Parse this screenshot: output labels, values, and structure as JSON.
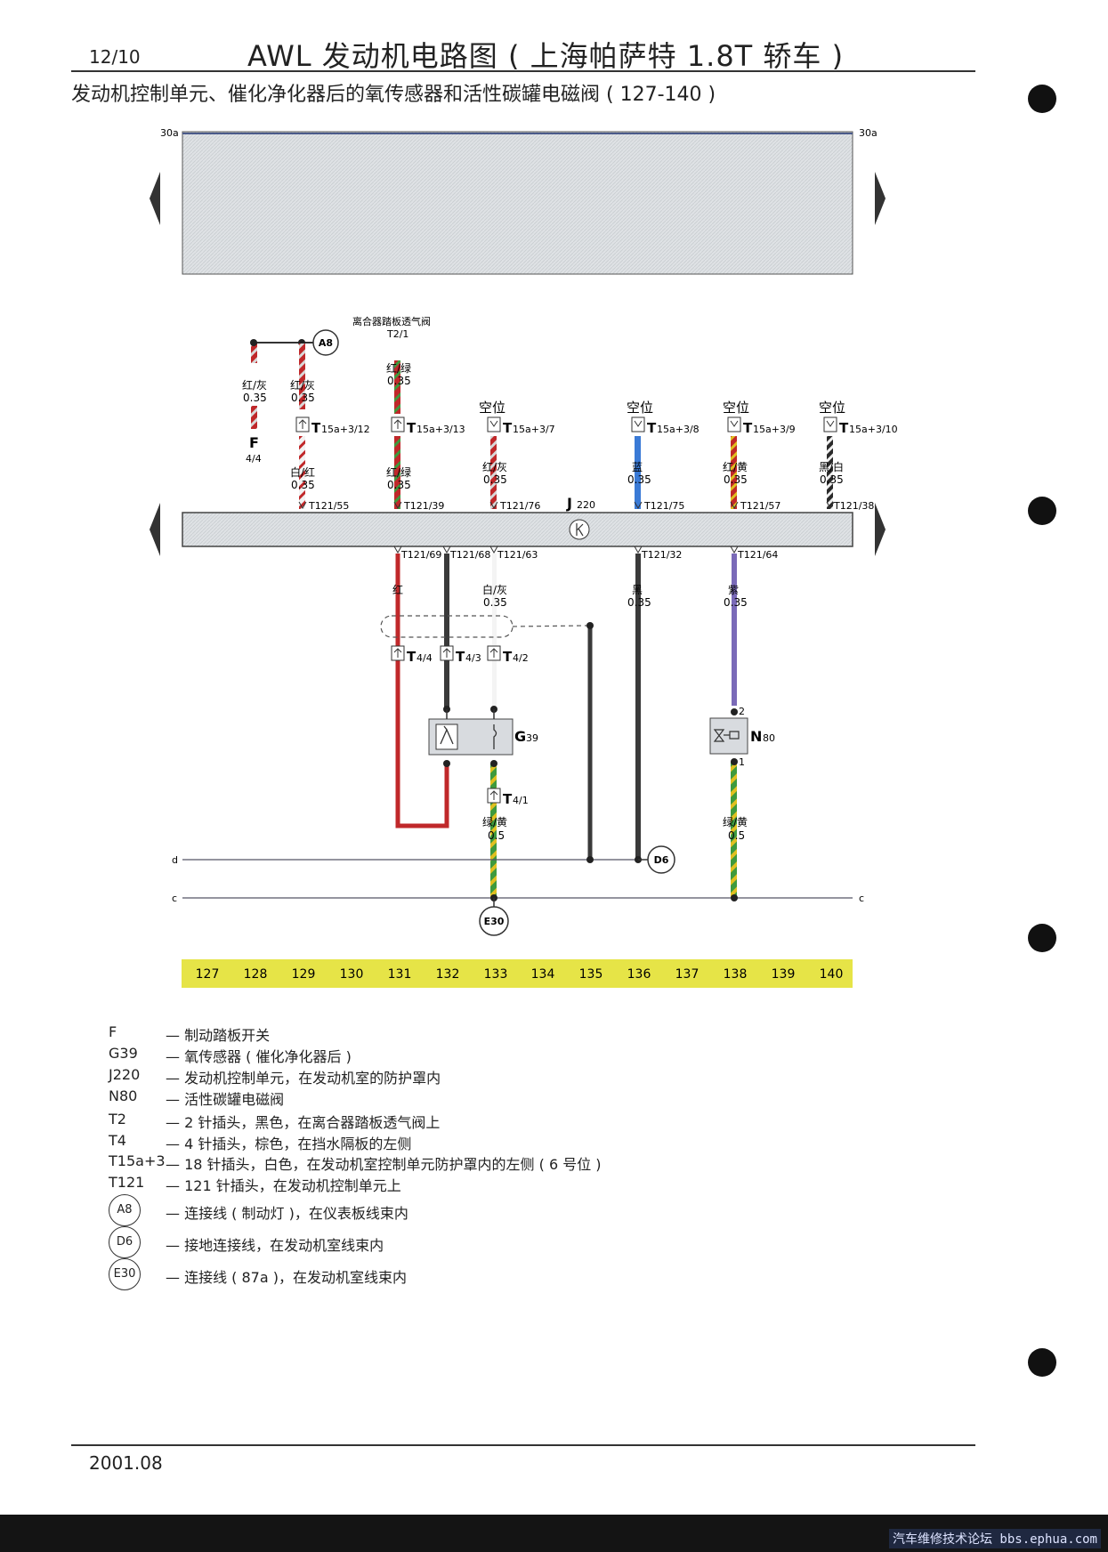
{
  "header": {
    "page_number": "12/10",
    "title": "AWL 发动机电路图 ( 上海帕萨特 1.8T 轿车 )",
    "subtitle": "发动机控制单元、催化净化器后的氧传感器和活性碳罐电磁阀 ( 127-140 )"
  },
  "diagram": {
    "rail_30a": "30a",
    "rail_d": "d",
    "rail_c": "c",
    "ecu_name": "J",
    "ecu_sub": "220",
    "clutch_valve_label": "离合器踏板透气阀",
    "t2_pin": "T2/1",
    "empty_position": "空位",
    "switch_f": "F",
    "switch_f_pin": "4/4",
    "a8": "A8",
    "d6": "D6",
    "e30": "E30",
    "g39": "G",
    "g39_sub": "39",
    "n80": "N",
    "n80_sub": "80",
    "n80_pin2": "2",
    "n80_pin1": "1",
    "t15_prefix": "T",
    "t15_sub": [
      "15a+3/12",
      "15a+3/13",
      "15a+3/7",
      "15a+3/8",
      "15a+3/9",
      "15a+3/10"
    ],
    "t4_sub": [
      "4/4",
      "4/3",
      "4/2",
      "4/1"
    ],
    "t121_top": [
      "T121/55",
      "T121/39",
      "T121/76",
      "T121/75",
      "T121/57",
      "T121/38"
    ],
    "t121_bottom": [
      "T121/69",
      "T121/68",
      "T121/63",
      "T121/32",
      "T121/64"
    ],
    "wires": {
      "f_top": {
        "color": "红/灰",
        "size": "0.35"
      },
      "a8_down": {
        "color": "红/灰",
        "size": "0.35"
      },
      "c129_low": {
        "color": "白/红",
        "size": "0.35"
      },
      "c131_top": {
        "color": "红/绿",
        "size": "0.35"
      },
      "c131_low": {
        "color": "红/绿",
        "size": "0.35"
      },
      "c133_top": {
        "color": "红/灰",
        "size": "0.35"
      },
      "c136_top": {
        "color": "蓝",
        "size": "0.35"
      },
      "c138_top": {
        "color": "红/黄",
        "size": "0.35"
      },
      "c140_top": {
        "color": "黑/白",
        "size": "0.35"
      },
      "c131_bottom": {
        "color": "红"
      },
      "c133_bottom": {
        "color": "白/灰",
        "size": "0.35"
      },
      "c136_bottom": {
        "color": "黑",
        "size": "0.35"
      },
      "c138_bottom": {
        "color": "紫",
        "size": "0.35"
      },
      "g39_ground": {
        "color": "绿/黄",
        "size": "0.5"
      },
      "n80_ground": {
        "color": "绿/黄",
        "size": "0.5"
      }
    },
    "columns": [
      "127",
      "128",
      "129",
      "130",
      "131",
      "132",
      "133",
      "134",
      "135",
      "136",
      "137",
      "138",
      "139",
      "140"
    ]
  },
  "legend": [
    {
      "key": "F",
      "desc": "— 制动踏板开关"
    },
    {
      "key": "G39",
      "desc": "— 氧传感器 ( 催化净化器后 )"
    },
    {
      "key": "J220",
      "desc": "— 发动机控制单元，在发动机室的防护罩内"
    },
    {
      "key": "N80",
      "desc": "— 活性碳罐电磁阀"
    },
    {
      "key": "T2",
      "desc": "— 2 针插头，黑色，在离合器踏板透气阀上"
    },
    {
      "key": "T4",
      "desc": "— 4 针插头，棕色，在挡水隔板的左侧"
    },
    {
      "key": "T15a+3",
      "desc": "— 18 针插头，白色，在发动机室控制单元防护罩内的左侧 ( 6 号位 )"
    },
    {
      "key": "T121",
      "desc": "— 121 针插头，在发动机控制单元上"
    },
    {
      "key": "A8",
      "desc": "— 连接线 ( 制动灯 )，在仪表板线束内"
    },
    {
      "key": "D6",
      "desc": "— 接地连接线，在发动机室线束内"
    },
    {
      "key": "E30",
      "desc": "— 连接线 ( 87a )，在发动机室线束内"
    }
  ],
  "footer": {
    "date": "2001.08",
    "site": "汽车维修技术论坛 bbs.ephua.com"
  },
  "colors": {
    "column_bar": "#e6e447",
    "ecu_fill": "#cfd2d6",
    "top_box_fill": "#dfe2e5",
    "wire_red": "#c0282a",
    "wire_black": "#3a3a3a",
    "wire_blue": "#3a7ad6",
    "wire_purple": "#7a6ab8",
    "wire_green": "#3e9a3e",
    "wire_yellow": "#e0c020"
  }
}
